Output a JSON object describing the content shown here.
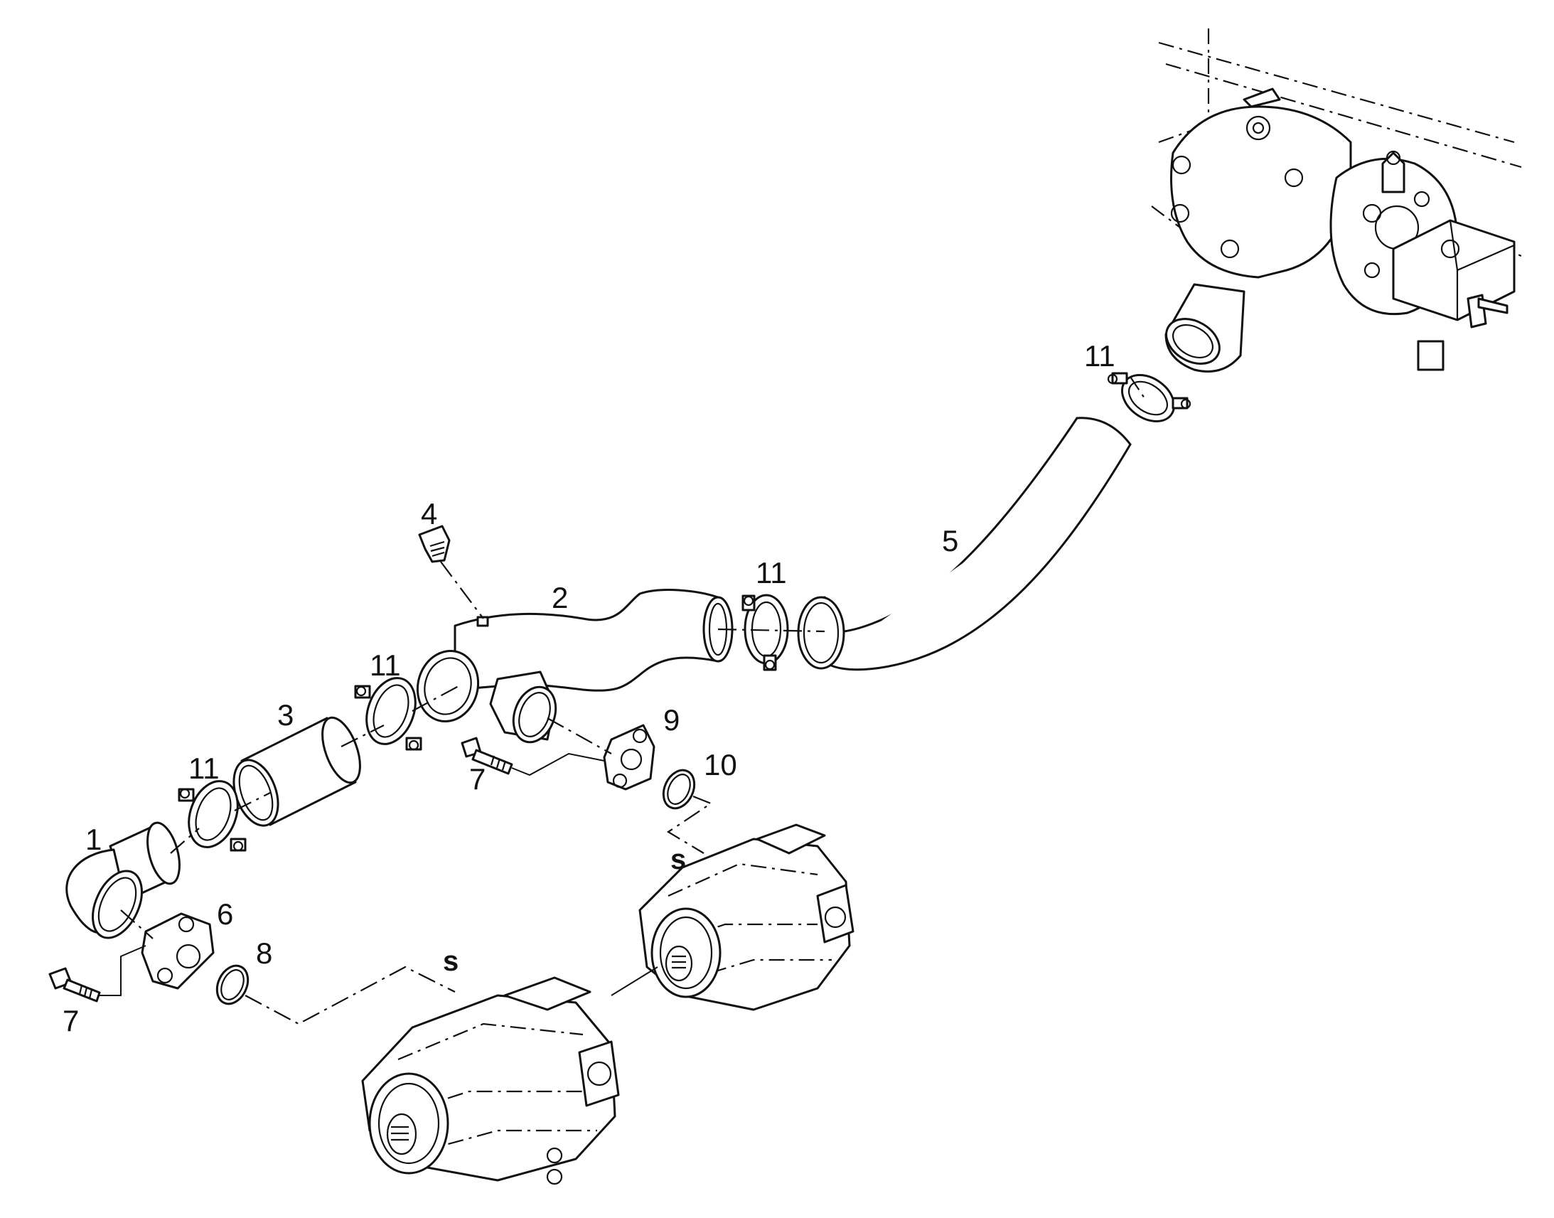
{
  "labels": {
    "part_1": "1",
    "part_2": "2",
    "part_3": "3",
    "part_4": "4",
    "part_5": "5",
    "part_6": "6",
    "part_7a": "7",
    "part_7b": "7",
    "part_8": "8",
    "part_9": "9",
    "part_10": "10",
    "part_11a": "11",
    "part_11b": "11",
    "part_11c": "11",
    "part_11d": "11",
    "suction_a": "s",
    "suction_b": "s"
  }
}
